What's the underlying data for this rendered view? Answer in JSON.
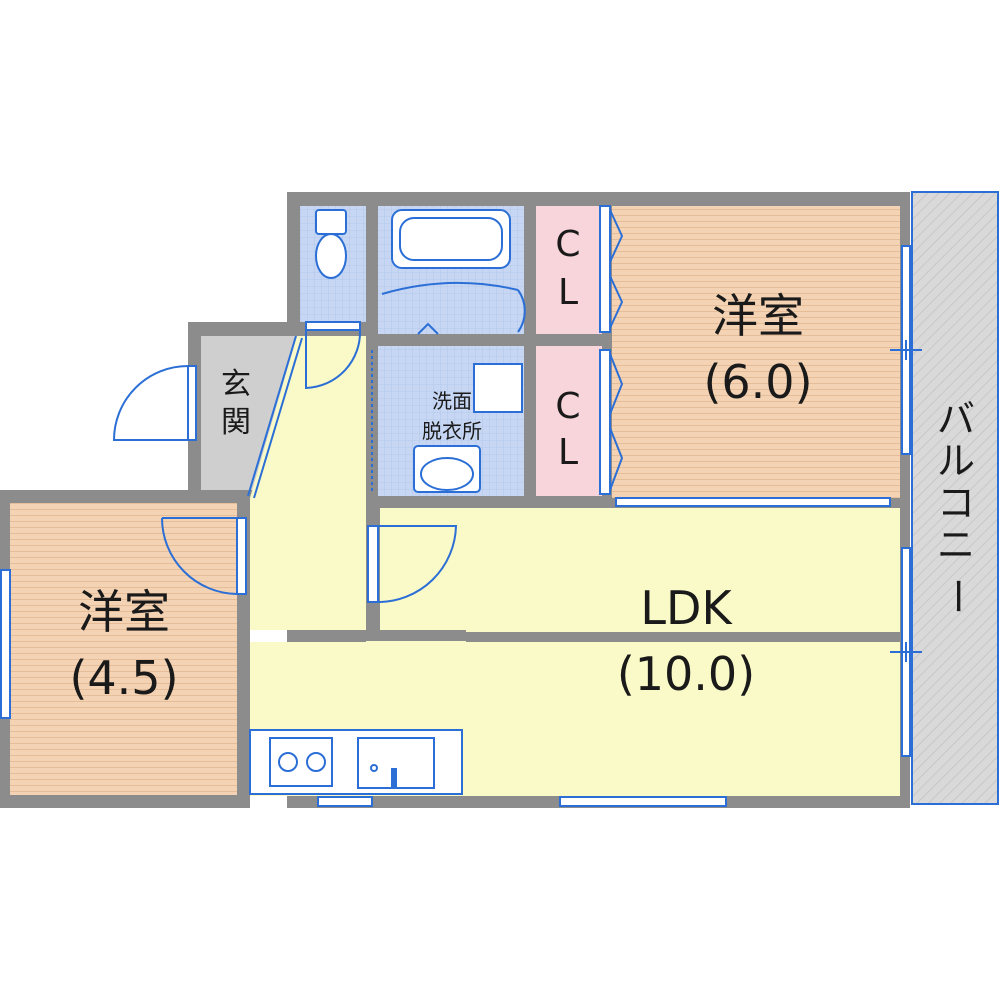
{
  "rooms": {
    "western_large": {
      "name": "洋室",
      "size": "(6.0)"
    },
    "western_small": {
      "name": "洋室",
      "size": "(4.5)"
    },
    "ldk": {
      "name": "LDK",
      "size": "(10.0)"
    },
    "entrance": {
      "label_1": "玄",
      "label_2": "関"
    },
    "closet_upper": {
      "label_1": "C",
      "label_2": "L"
    },
    "closet_lower": {
      "label_1": "C",
      "label_2": "L"
    },
    "washroom": {
      "line_1": "洗面",
      "line_2": "脱衣所"
    },
    "balcony": {
      "chars": [
        "バ",
        "ル",
        "コ",
        "ニ",
        "ー"
      ]
    }
  },
  "colors": {
    "wall": "#8c8c8c",
    "floor_wood": "#f4d3b4",
    "floor_ldk": "#fafac8",
    "floor_wet": "#c7d7f3",
    "floor_closet": "#f7d5da",
    "floor_entrance": "#cfcfcf",
    "balcony": "#d7d7d7",
    "fixture_line": "#2b6fd6"
  }
}
